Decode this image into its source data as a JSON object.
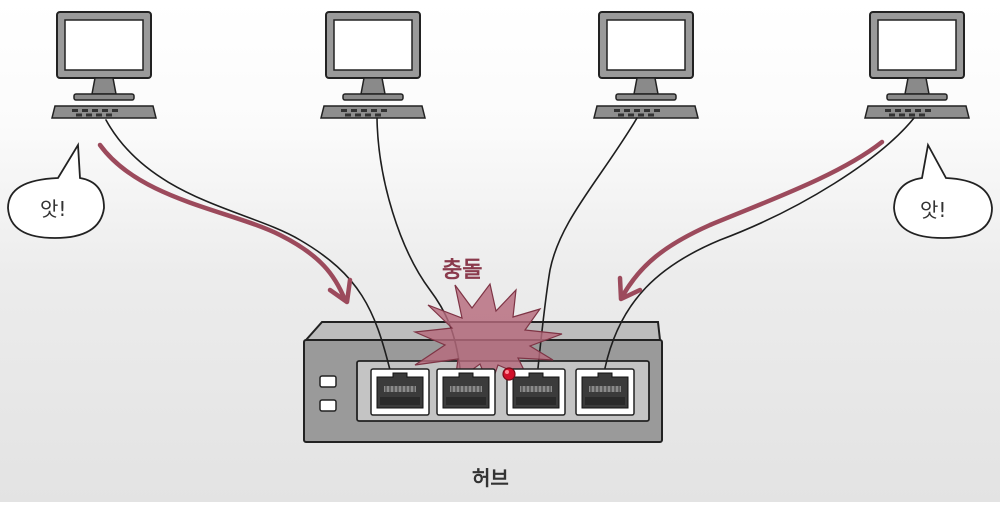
{
  "diagram": {
    "computers": [
      {
        "id": "pc-1"
      },
      {
        "id": "pc-2"
      },
      {
        "id": "pc-3"
      },
      {
        "id": "pc-4"
      }
    ],
    "speech_bubbles": {
      "left": "앗!",
      "right": "앗!"
    },
    "collision_label": "충돌",
    "hub_label": "허브",
    "hub_port_count": 4,
    "colors": {
      "signal_arrow": "#9c4a5c",
      "collision_burst": "#b66a7c",
      "led": "#d0102a",
      "hub_body": "#9a9a9a",
      "hub_panel": "#c4c4c4"
    },
    "icons": {
      "computer": "computer-monitor-icon",
      "keyboard": "keyboard-icon",
      "port": "ethernet-port-icon",
      "burst": "collision-burst-icon"
    }
  }
}
